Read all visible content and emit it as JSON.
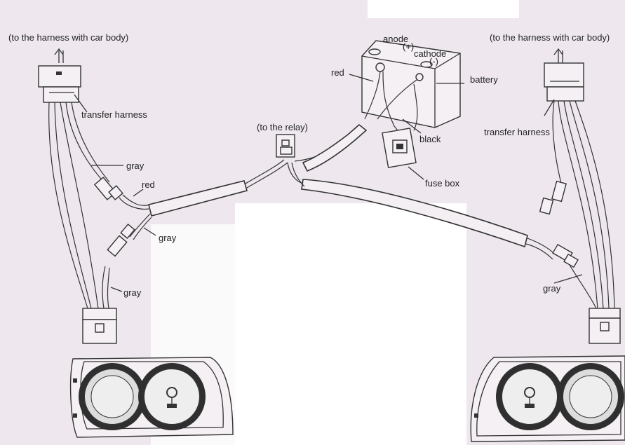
{
  "labels": {
    "to_harness_left": "(to the harness with car body)",
    "to_harness_right": "(to the harness with car body)",
    "transfer_harness_left": "transfer harness",
    "transfer_harness_right": "transfer harness",
    "to_relay": "(to the relay)",
    "anode": "anode",
    "anode_sign": "(+)",
    "cathode": "cathode",
    "cathode_sign": "(-)",
    "red_battery": "red",
    "battery": "battery",
    "black": "black",
    "fuse_box": "fuse box",
    "gray_left_1": "gray",
    "red_left": "red",
    "gray_left_2": "gray",
    "gray_left_3": "gray",
    "gray_right": "gray"
  },
  "icons": {
    "up_arrow_left": "up-arrow-icon",
    "up_arrow_right": "up-arrow-icon"
  }
}
